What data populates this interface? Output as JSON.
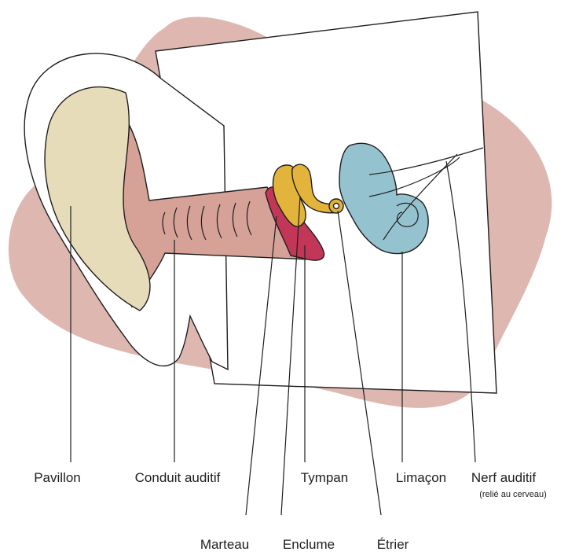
{
  "colors": {
    "blob": "#dfb7b1",
    "pinna": "#e7dcb9",
    "canal": "#d6a196",
    "malleus": "#e2b43c",
    "eardrum": "#c23757",
    "cochlea": "#95c2cf",
    "outline": "#1e1e1e"
  },
  "labels": {
    "pavillon": "Pavillon",
    "conduit": "Conduit auditif",
    "tympan": "Tympan",
    "limacon": "Limaçon",
    "nerf": "Nerf auditif",
    "nerf_note": "(relié au cerveau)",
    "marteau": "Marteau",
    "enclume": "Enclume",
    "etrier": "Étrier"
  }
}
